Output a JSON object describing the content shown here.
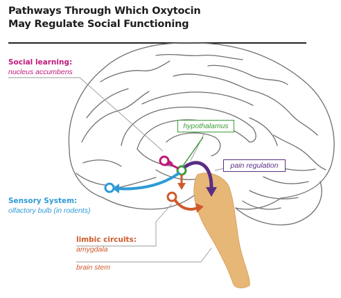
{
  "title": {
    "line1": "Pathways Through Which Oxytocin",
    "line2": "May Regulate Social Functioning"
  },
  "labels": {
    "social_learning": {
      "heading": "Social learning:",
      "detail": "nucleus accumbens"
    },
    "sensory_system": {
      "heading": "Sensory System:",
      "detail": "olfactory bulb (in rodents)"
    },
    "limbic": {
      "heading": "limbic circuits:",
      "detail": "amygdala"
    },
    "brain_stem": {
      "detail": "brain stem"
    },
    "hypothalamus": "hypothalamus",
    "pain_regulation": "pain regulation"
  },
  "colors": {
    "social_learning": "#c0197a",
    "sensory_system": "#2e9ad6",
    "limbic": "#cf5a2b",
    "hypothalamus": "#3f9b3a",
    "pain_regulation": "#5a2d84",
    "brain_stem_fill": "#e7b777",
    "outline": "#6e6e6e",
    "title": "#1e1e1e"
  }
}
